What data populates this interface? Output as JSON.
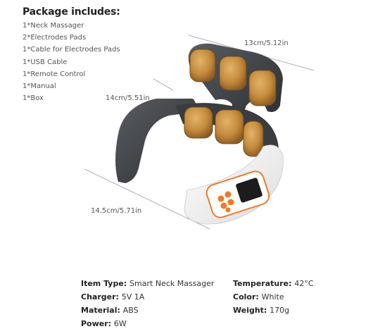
{
  "package": {
    "title": "Package includes:",
    "items": [
      "1*Neck Massager",
      "2*Electrodes Pads",
      "1*Cable for Electrodes Pads",
      "1*USB Cable",
      "1*Remote Control",
      "1*Manual",
      "1*Box"
    ]
  },
  "dimensions": {
    "top": "13cm/5.12in",
    "middle": "14cm/5.51in",
    "bottom": "14.5cm/5.71in"
  },
  "specs_left": [
    {
      "label": "Item Type:",
      "value": "Smart Neck Massager"
    },
    {
      "label": "Charger:",
      "value": "5V 1A"
    },
    {
      "label": "Material:",
      "value": "ABS"
    },
    {
      "label": "Power:",
      "value": "6W"
    }
  ],
  "specs_right": [
    {
      "label": "Temperature:",
      "value": "42°C"
    },
    {
      "label": "Color:",
      "value": "White"
    },
    {
      "label": "Weight:",
      "value": "170g"
    }
  ],
  "colors": {
    "dark_body": "#3a3c40",
    "white_body": "#f4f4f4",
    "pad_gold": "#c48a3c",
    "accent_orange": "#f07a2a"
  },
  "icons": [
    "neck-massager-image",
    "control-panel-display",
    "mode-buttons-icon"
  ]
}
